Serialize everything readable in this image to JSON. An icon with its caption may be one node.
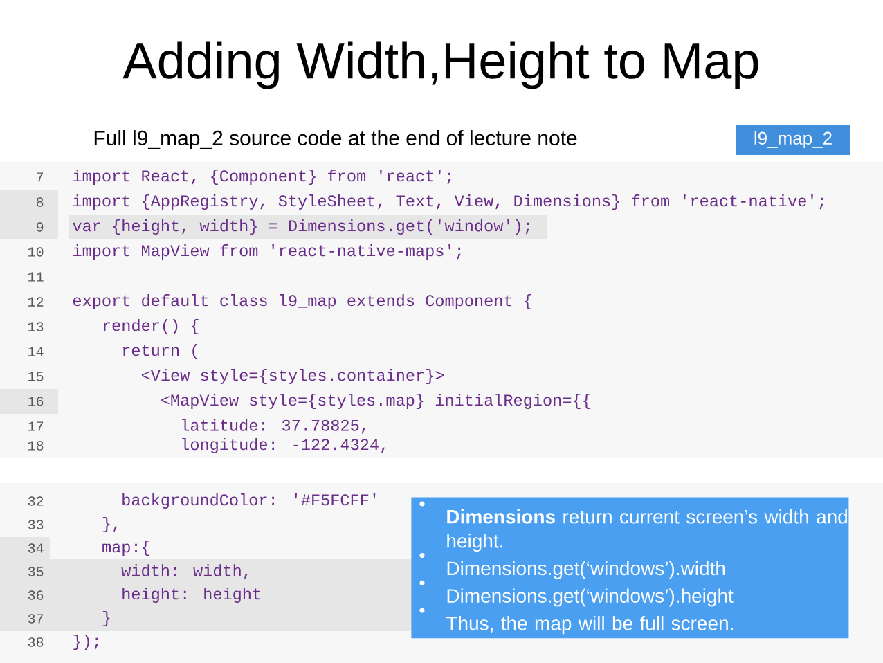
{
  "diagram": {
    "title": "Adding Width,Height to Map",
    "nodes": [
      {
        "text": [
          "l9_map_2"
        ]
      },
      {
        "text": [
          "**Dimensions** return current screen’s width and height.",
          "Dimensions.get(‘windows’).width",
          "Dimensions.get(‘windows’).height",
          "Thus, the map will be full screen."
        ]
      }
    ],
    "labels": [
      "Full l9_map_2 source code at the end of lecture note",
      "7",
      "import React, {Component} from 'react';",
      "8",
      "import {AppRegistry, StyleSheet, Text, View, Dimensions} from 'react-native';",
      "9",
      "var {height, width} = Dimensions.get('window');",
      "10",
      "import MapView from 'react-native-maps';",
      "11",
      "12",
      "export default class l9_map extends Component {",
      "13",
      "  render() {",
      "14",
      "    return (",
      "15",
      "      <View style={styles.container}>",
      "16",
      "        <MapView style={styles.map} initialRegion={{",
      "17",
      "          latitude: 37.78825,",
      "18",
      "          longitude: -122.4324,",
      "32",
      "    backgroundColor: '#F5FCFF'",
      "33",
      "  },",
      "34",
      "  map:{",
      "35",
      "    width: width,",
      "36",
      "    height: height",
      "37",
      "  }",
      "38",
      "});"
    ]
  }
}
